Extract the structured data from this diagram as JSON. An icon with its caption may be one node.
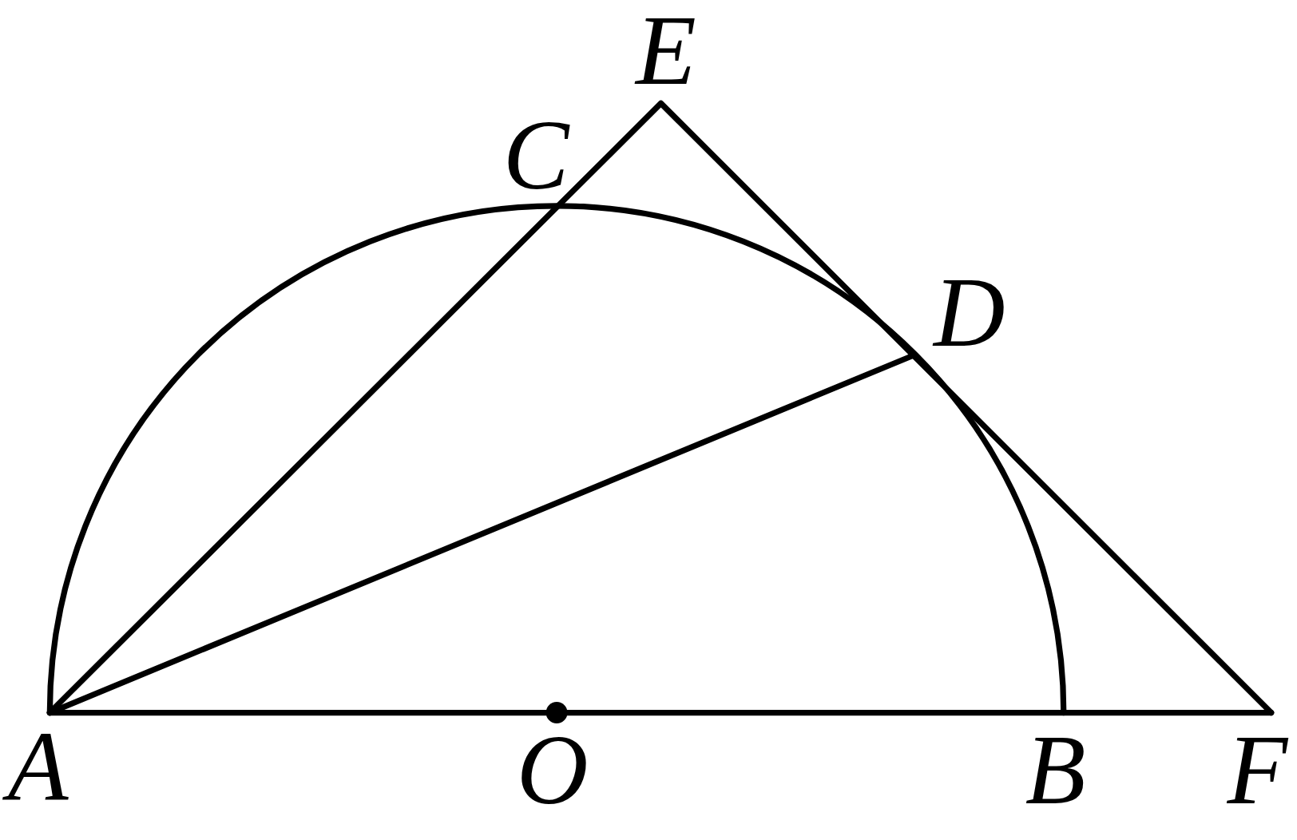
{
  "diagram": {
    "labels": [
      "E",
      "C",
      "D",
      "A",
      "O",
      "B",
      "F"
    ]
  }
}
